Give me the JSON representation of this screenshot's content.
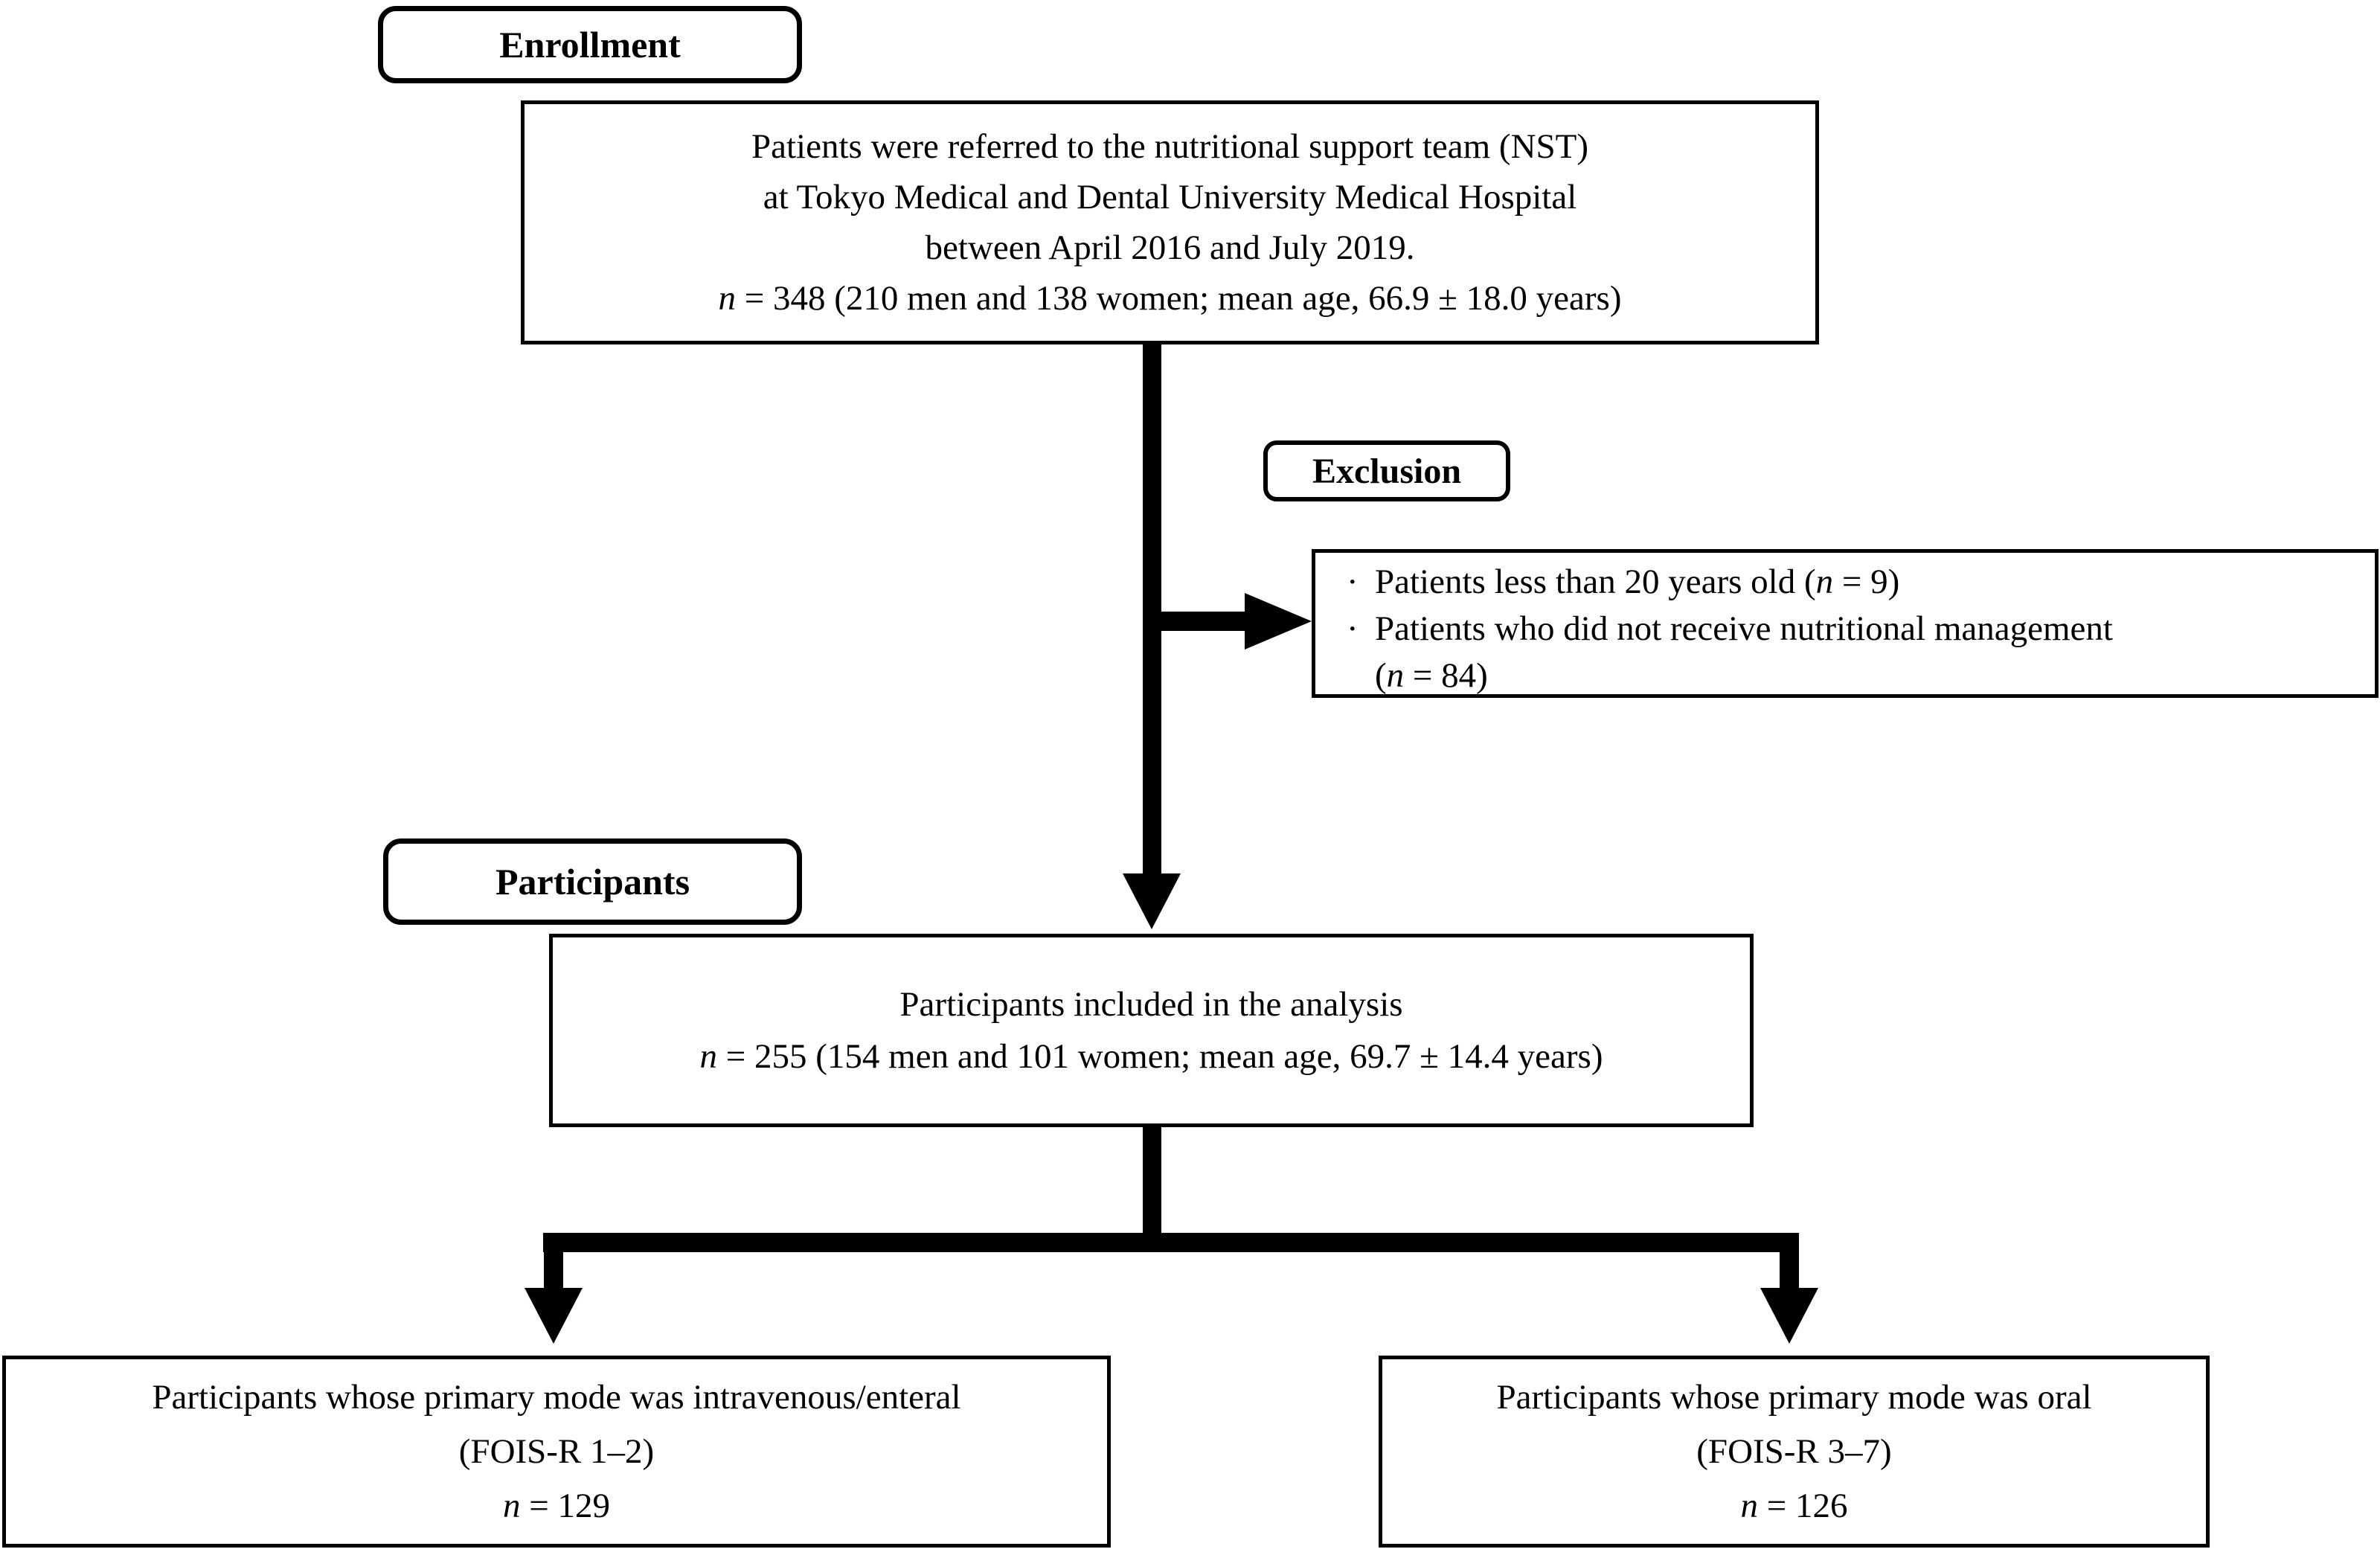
{
  "page": {
    "background": "#ffffff",
    "ink": "#000000"
  },
  "stage_labels": {
    "enrollment": "Enrollment",
    "exclusion": "Exclusion",
    "participants": "Participants"
  },
  "referred_box": {
    "line1": "Patients were referred to the nutritional support team (NST)",
    "line2": "at Tokyo Medical and Dental University Medical Hospital",
    "line3": "between April 2016 and July 2019.",
    "n_var": "n",
    "n_stats": " = 348 (210 men and 138 women; mean age, 66.9 ± 18.0 years)"
  },
  "exclusion_box": {
    "bullet": "·",
    "item1": {
      "pre": "Patients less than 20 years old (",
      "n_var": "n",
      "post": " = 9)"
    },
    "item2_line1": "Patients who did not receive nutritional management",
    "item2_line2": {
      "pre": "(",
      "n_var": "n",
      "post": " = 84)"
    }
  },
  "analysis_box": {
    "line1": "Participants included in the analysis",
    "n_var": "n",
    "n_stats": " = 255 (154 men and 101 women; mean age, 69.7 ± 14.4 years)"
  },
  "iv_enteral_box": {
    "line1": "Participants whose primary mode was intravenous/enteral",
    "line2": "(FOIS-R 1–2)",
    "n_var": "n",
    "n_stats": " = 129"
  },
  "oral_box": {
    "line1": "Participants whose primary mode was oral",
    "line2": "(FOIS-R 3–7)",
    "n_var": "n",
    "n_stats": " = 126"
  }
}
